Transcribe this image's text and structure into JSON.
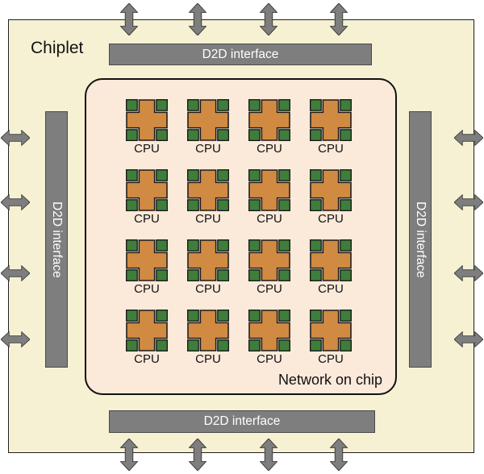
{
  "diagram": {
    "title": "Chiplet",
    "noc": {
      "label": "Network on chip",
      "cpu_label": "CPU",
      "grid_rows": 4,
      "grid_cols": 4,
      "cpu_count": 16
    },
    "d2d_interfaces": {
      "top": "D2D interface",
      "bottom": "D2D interface",
      "left": "D2D interface",
      "right": "D2D interface"
    },
    "colors": {
      "chip_background": "#f6f1d3",
      "noc_background": "#fbe9da",
      "interface_gray": "#7e7e7e",
      "arrow_gray": "#7e7e7e",
      "cpu_cross_orange": "#d18a42",
      "cpu_port_green": "#3f7d3b"
    }
  }
}
